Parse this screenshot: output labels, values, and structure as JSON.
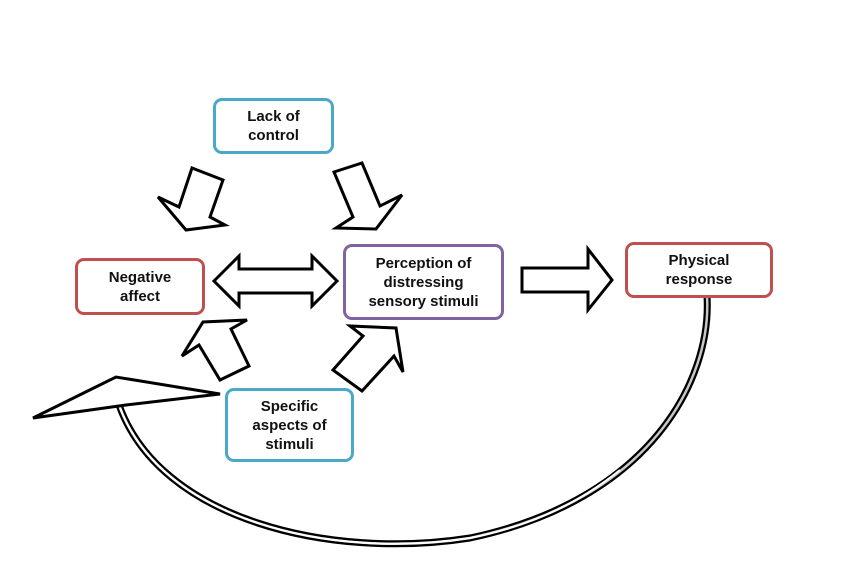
{
  "diagram": {
    "type": "flow-diagram",
    "nodes": [
      {
        "id": "lack-of-control",
        "label": "Lack of\ncontrol",
        "border_color": "#4aa8c8"
      },
      {
        "id": "negative-affect",
        "label": "Negative\naffect",
        "border_color": "#c0504d"
      },
      {
        "id": "perception",
        "label": "Perception of\ndistressing\nsensory stimuli",
        "border_color": "#8064a2"
      },
      {
        "id": "physical-response",
        "label": "Physical\nresponse",
        "border_color": "#c0504d"
      },
      {
        "id": "specific-aspects",
        "label": "Specific\naspects of\nstimuli",
        "border_color": "#4aa8c8"
      }
    ],
    "edges": [
      {
        "from": "lack-of-control",
        "to": "negative-affect",
        "style": "block-arrow"
      },
      {
        "from": "lack-of-control",
        "to": "perception",
        "style": "block-arrow"
      },
      {
        "from": "negative-affect",
        "to": "perception",
        "style": "double-headed-block-arrow"
      },
      {
        "from": "perception",
        "to": "physical-response",
        "style": "block-arrow"
      },
      {
        "from": "specific-aspects",
        "to": "negative-affect",
        "style": "block-arrow"
      },
      {
        "from": "specific-aspects",
        "to": "perception",
        "style": "block-arrow"
      },
      {
        "from": "physical-response",
        "to": "negative-affect",
        "style": "curved-feedback-arrow"
      }
    ],
    "colors": {
      "teal": "#4aa8c8",
      "red": "#c0504d",
      "purple": "#8064a2",
      "arrow_stroke": "#000000",
      "arrow_fill": "#ffffff",
      "background": "#ffffff"
    }
  }
}
